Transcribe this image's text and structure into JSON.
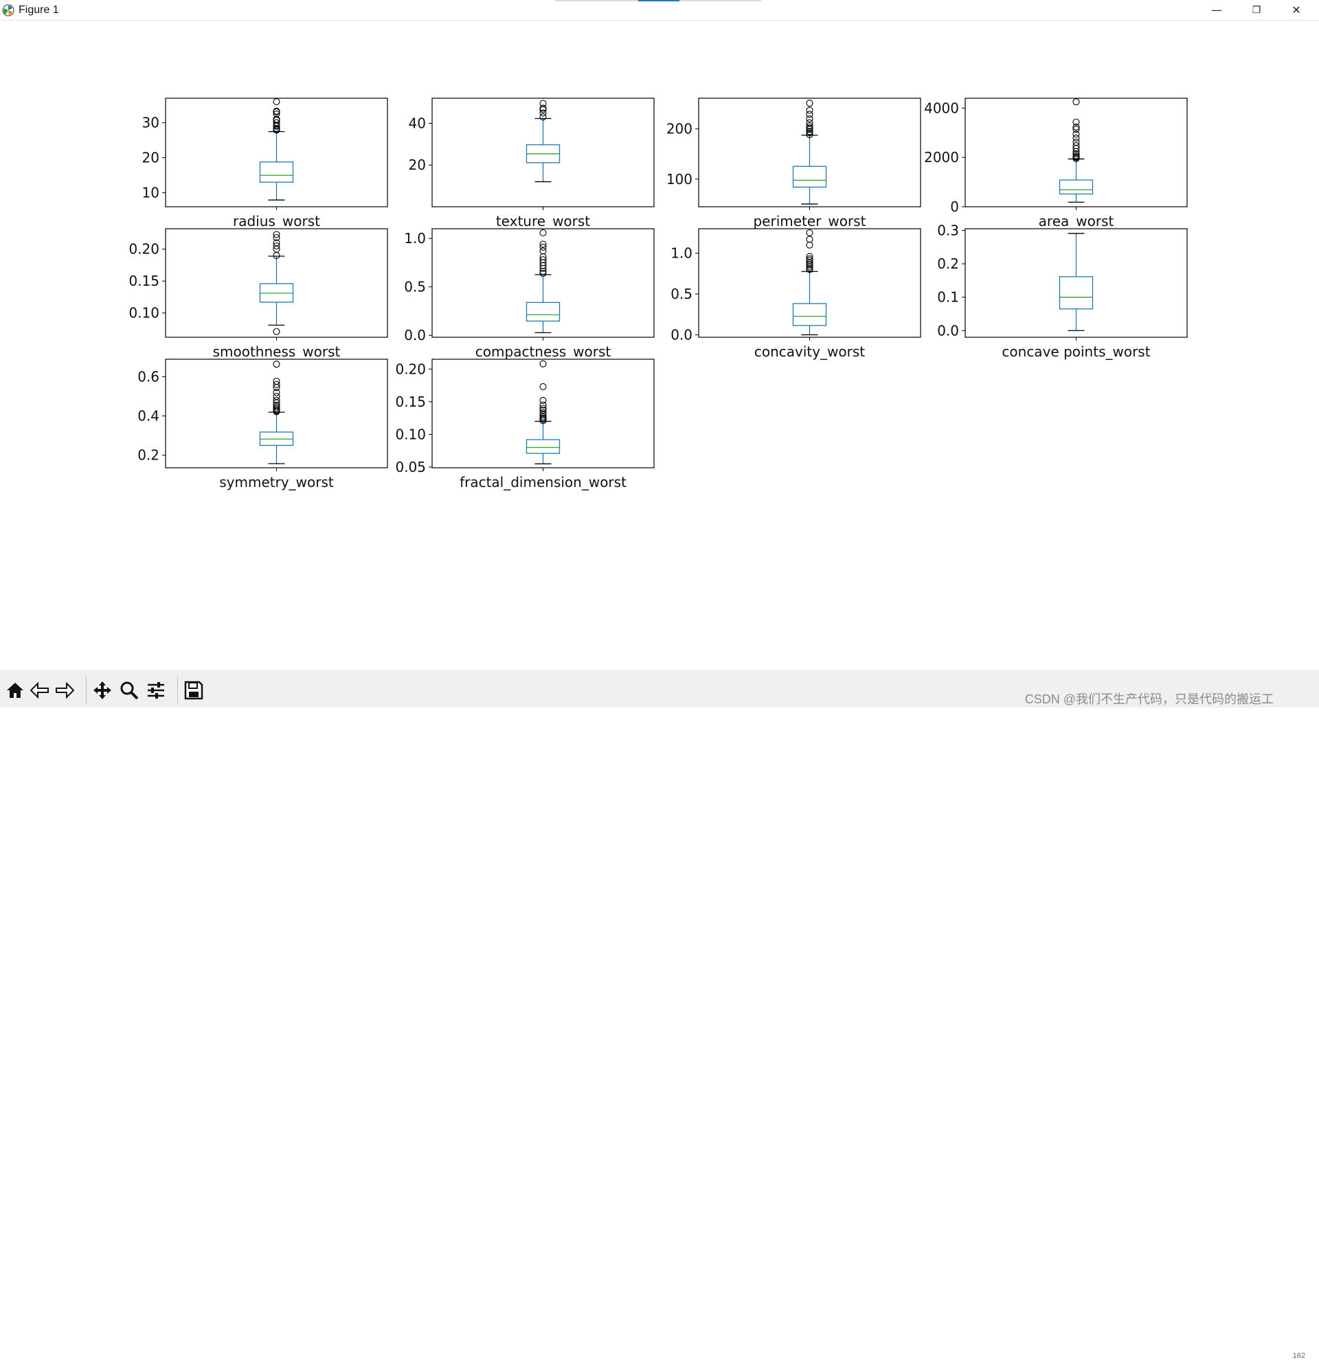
{
  "window": {
    "title": "Figure 1",
    "minimize_label": "—",
    "maximize_label": "❐",
    "close_label": "✕"
  },
  "toolbar": {
    "buttons": [
      "home-icon",
      "back-icon",
      "forward-icon",
      "pan-icon",
      "zoom-icon",
      "configure-subplots-icon",
      "save-icon"
    ]
  },
  "watermark": "CSDN @我们不生产代码，只是代码的搬运工",
  "status_text": "162",
  "colors": {
    "box": "#1f77b4",
    "median": "#2ca02c",
    "text": "#111111"
  },
  "chart_data": [
    {
      "type": "box",
      "xlabel": "radius_worst",
      "ylim": [
        6,
        37
      ],
      "yticks": [
        10,
        20,
        30
      ],
      "stats": {
        "whislo": 7.93,
        "q1": 13.01,
        "med": 14.97,
        "q3": 18.79,
        "whishi": 27.46
      },
      "fliers": [
        27.9,
        28.1,
        28.4,
        29.0,
        29.2,
        30.0,
        30.7,
        31.0,
        32.5,
        33.1,
        33.3,
        36.0
      ]
    },
    {
      "type": "box",
      "xlabel": "texture_worst",
      "ylim": [
        0,
        52
      ],
      "yticks": [
        20,
        40
      ],
      "stats": {
        "whislo": 12.0,
        "q1": 21.1,
        "med": 25.4,
        "q3": 29.7,
        "whishi": 42.3
      },
      "fliers": [
        43.0,
        44.9,
        46.5,
        47.2,
        49.5
      ]
    },
    {
      "type": "box",
      "xlabel": "perimeter_worst",
      "ylim": [
        45,
        261
      ],
      "yticks": [
        100,
        200
      ],
      "stats": {
        "whislo": 50.4,
        "q1": 84.1,
        "med": 97.7,
        "q3": 125.4,
        "whishi": 187.3
      },
      "fliers": [
        188.5,
        192,
        195,
        199,
        202,
        206,
        212,
        220,
        229,
        237,
        251.2
      ]
    },
    {
      "type": "box",
      "xlabel": "area_worst",
      "ylim": [
        0,
        4400
      ],
      "yticks": [
        0,
        2000,
        4000
      ],
      "stats": {
        "whislo": 185.2,
        "q1": 515.3,
        "med": 686.5,
        "q3": 1084,
        "whishi": 1937
      },
      "fliers": [
        1952,
        2000,
        2022,
        2073,
        2145,
        2232,
        2360,
        2477,
        2615,
        2782,
        2944,
        3143,
        3234,
        3432,
        4254
      ]
    },
    {
      "type": "box",
      "xlabel": "smoothness_worst",
      "ylim": [
        0.062,
        0.232
      ],
      "yticks": [
        0.1,
        0.15,
        0.2
      ],
      "stats": {
        "whislo": 0.081,
        "q1": 0.117,
        "med": 0.131,
        "q3": 0.146,
        "whishi": 0.189
      },
      "fliers": [
        0.071,
        0.19,
        0.2,
        0.205,
        0.21,
        0.218,
        0.223
      ]
    },
    {
      "type": "box",
      "xlabel": "compactness_worst",
      "ylim": [
        -0.02,
        1.1
      ],
      "yticks": [
        0.0,
        0.5,
        1.0
      ],
      "stats": {
        "whislo": 0.027,
        "q1": 0.147,
        "med": 0.212,
        "q3": 0.339,
        "whishi": 0.626
      },
      "fliers": [
        0.64,
        0.66,
        0.69,
        0.72,
        0.75,
        0.78,
        0.81,
        0.87,
        0.91,
        0.94,
        1.058
      ]
    },
    {
      "type": "box",
      "xlabel": "concavity_worst",
      "ylim": [
        -0.03,
        1.3
      ],
      "yticks": [
        0.0,
        0.5,
        1.0
      ],
      "stats": {
        "whislo": 0.0,
        "q1": 0.114,
        "med": 0.227,
        "q3": 0.383,
        "whishi": 0.776
      },
      "fliers": [
        0.8,
        0.82,
        0.84,
        0.86,
        0.88,
        0.91,
        0.93,
        0.96,
        1.1,
        1.17,
        1.25
      ]
    },
    {
      "type": "box",
      "xlabel": "concave points_worst",
      "ylim": [
        -0.02,
        0.305
      ],
      "yticks": [
        0.0,
        0.1,
        0.2,
        0.3
      ],
      "stats": {
        "whislo": 0.0,
        "q1": 0.0649,
        "med": 0.0999,
        "q3": 0.1614,
        "whishi": 0.291
      },
      "fliers": []
    },
    {
      "type": "box",
      "xlabel": "symmetry_worst",
      "ylim": [
        0.136,
        0.689
      ],
      "yticks": [
        0.2,
        0.4,
        0.6
      ],
      "stats": {
        "whislo": 0.157,
        "q1": 0.25,
        "med": 0.282,
        "q3": 0.318,
        "whishi": 0.419
      },
      "fliers": [
        0.422,
        0.425,
        0.43,
        0.437,
        0.445,
        0.455,
        0.467,
        0.48,
        0.5,
        0.52,
        0.545,
        0.56,
        0.577,
        0.664
      ]
    },
    {
      "type": "box",
      "xlabel": "fractal_dimension_worst",
      "ylim": [
        0.049,
        0.215
      ],
      "yticks": [
        0.05,
        0.1,
        0.15,
        0.2
      ],
      "stats": {
        "whislo": 0.055,
        "q1": 0.071,
        "med": 0.08,
        "q3": 0.092,
        "whishi": 0.12
      },
      "fliers": [
        0.121,
        0.123,
        0.125,
        0.127,
        0.13,
        0.133,
        0.137,
        0.14,
        0.145,
        0.152,
        0.173,
        0.208
      ]
    }
  ]
}
